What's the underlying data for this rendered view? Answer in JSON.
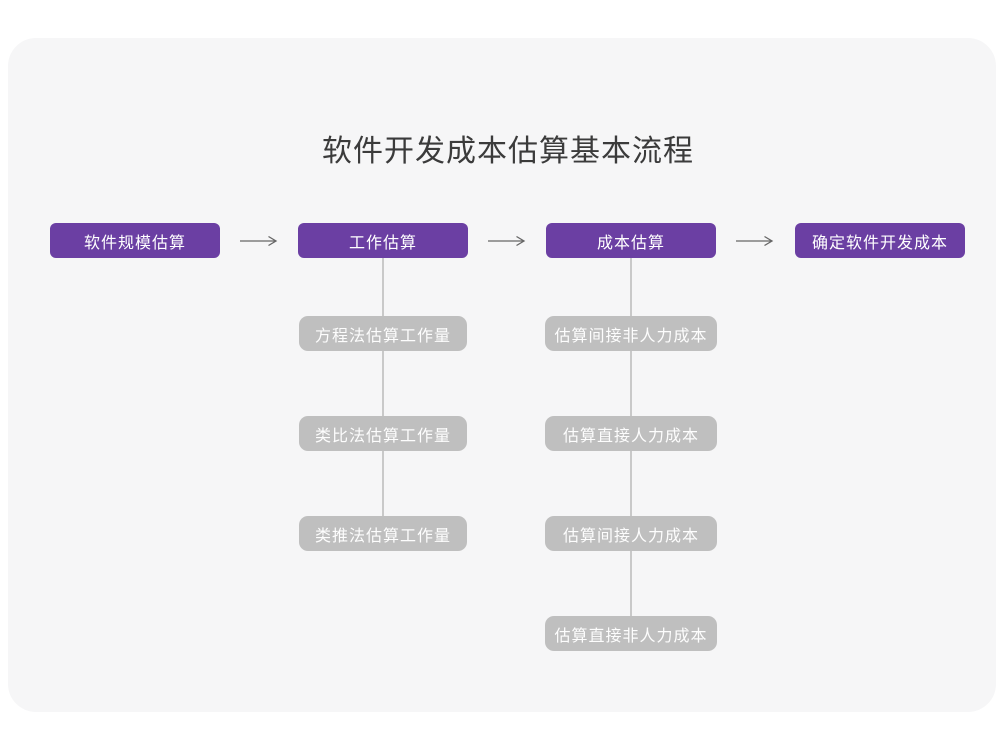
{
  "page": {
    "title": "软件开发成本估算基本流程"
  },
  "flow": {
    "main_steps": [
      {
        "label": "软件规模估算"
      },
      {
        "label": "工作估算"
      },
      {
        "label": "成本估算"
      },
      {
        "label": "确定软件开发成本"
      }
    ],
    "work_estimation_branch": {
      "parent": "工作估算",
      "items": [
        {
          "label": "方程法估算工作量"
        },
        {
          "label": "类比法估算工作量"
        },
        {
          "label": "类推法估算工作量"
        }
      ]
    },
    "cost_estimation_branch": {
      "parent": "成本估算",
      "items": [
        {
          "label": "估算间接非人力成本"
        },
        {
          "label": "估算直接人力成本"
        },
        {
          "label": "估算间接人力成本"
        },
        {
          "label": "估算直接非人力成本"
        }
      ]
    }
  },
  "icons": [
    {
      "name": "arrow-right-icon",
      "glyph": "→"
    }
  ],
  "colors": {
    "page_bg": "#ffffff",
    "canvas_bg": "#f6f6f7",
    "primary_node": "#6b3fa3",
    "secondary_node": "#bfbfbf",
    "node_text": "#ffffff",
    "title_text": "#3b3b3b",
    "connector_line": "#c9c9c9",
    "arrow": "#666666"
  }
}
